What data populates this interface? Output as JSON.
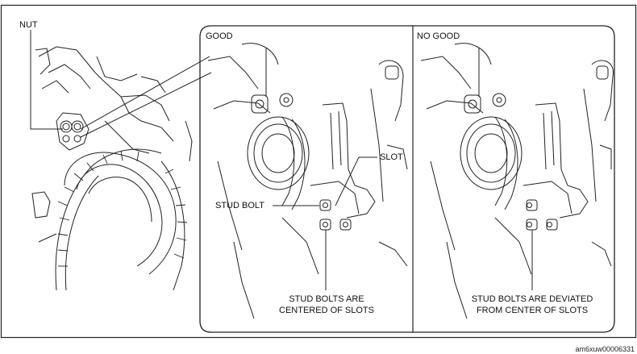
{
  "labels": {
    "nut": "NUT",
    "good": "GOOD",
    "no_good": "NO GOOD",
    "slot": "SLOT",
    "stud_bolt": "STUD BOLT"
  },
  "captions": {
    "good_line1": "STUD BOLTS ARE",
    "good_line2": "CENTERED OF SLOTS",
    "no_good_line1": "STUD BOLTS ARE DEVIATED",
    "no_good_line2": "FROM CENTER OF SLOTS"
  },
  "image_id": "am6xuw00006331"
}
